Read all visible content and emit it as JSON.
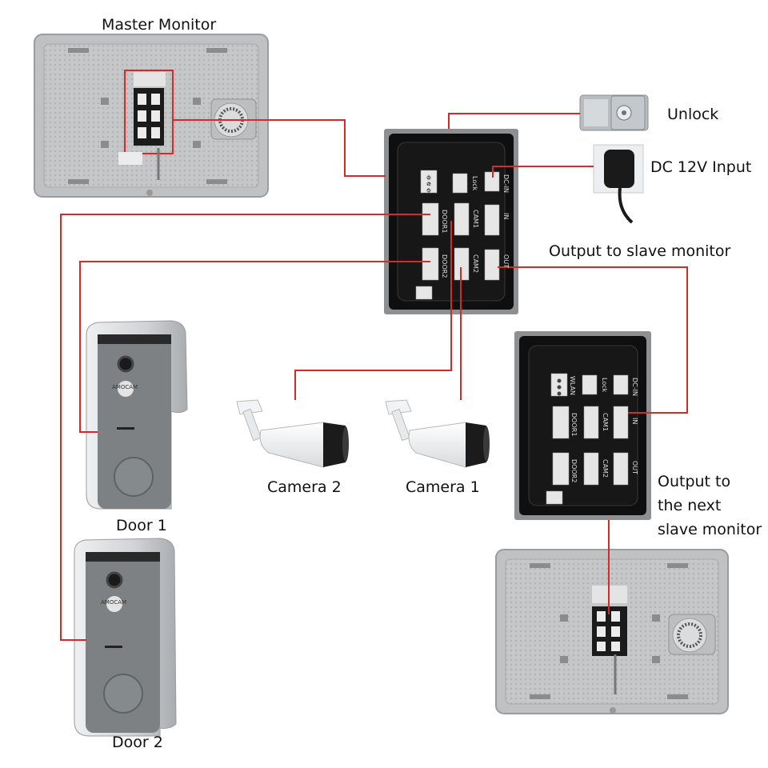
{
  "labels": {
    "master_monitor": "Master Monitor",
    "unlock": "Unlock",
    "dc_input": "DC 12V Input",
    "output_slave": "Output to slave monitor",
    "output_next": [
      "Output to",
      "the next",
      "slave monitor"
    ],
    "camera2": "Camera 2",
    "camera1": "Camera 1",
    "door1": "Door 1",
    "door2": "Door 2"
  },
  "connector_labels": {
    "wlan": "WLAN",
    "lock": "Lock",
    "dc_in": "DC-IN",
    "door1": "DOOR1",
    "cam1": "CAM1",
    "in": "IN",
    "door2": "DOOR2",
    "cam2": "CAM2",
    "out": "OUT"
  },
  "brand_logo_text": "AMOCAM",
  "colors": {
    "wire": "#d42a2a",
    "panel_black": "#101010",
    "monitor_silver": "#c9cbcd",
    "door_silver": "#d7d9db",
    "door_face": "#7d8184",
    "connector": "#e6e6e6"
  },
  "icons": {
    "monitor": "monitor-back-icon",
    "panel": "connector-panel-icon",
    "lock": "electric-lock-icon",
    "adapter": "power-adapter-icon",
    "camera": "bullet-camera-icon",
    "doorbell": "door-station-icon"
  }
}
